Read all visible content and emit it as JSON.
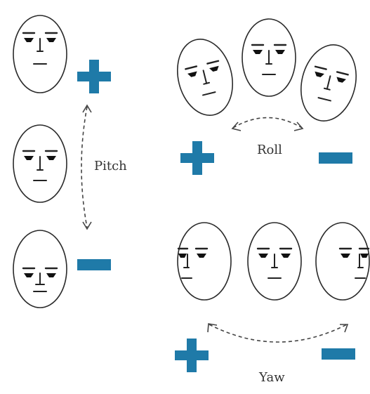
{
  "labels": {
    "pitch": "Pitch",
    "roll": "Roll",
    "yaw": "Yaw"
  },
  "colors": {
    "sign": "#1f7aa8",
    "outline": "#2a2a2a",
    "arrow": "#444444"
  },
  "icons": {
    "plus": "plus-icon",
    "minus": "minus-icon"
  }
}
